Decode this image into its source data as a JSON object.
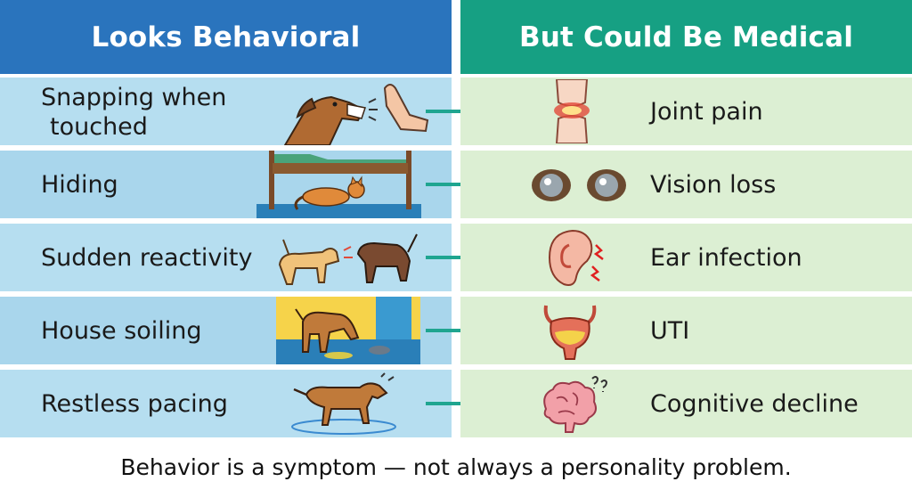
{
  "header": {
    "left_title": "Looks Behavioral",
    "right_title": "But Could Be Medical"
  },
  "rows": [
    {
      "behavior": "Snapping when touched",
      "behavior_line1": "Snapping when",
      "behavior_line2": "touched",
      "medical": "Joint pain",
      "illustration": "snapping-dog-hand-icon",
      "medical_icon": "knee-joint-icon"
    },
    {
      "behavior": "Hiding",
      "medical": "Vision loss",
      "illustration": "cat-under-bed-icon",
      "medical_icon": "cloudy-eyes-icon"
    },
    {
      "behavior": "Sudden reactivity",
      "medical": "Ear infection",
      "illustration": "two-dogs-barking-icon",
      "medical_icon": "inflamed-ear-icon"
    },
    {
      "behavior": "House soiling",
      "medical": "UTI",
      "illustration": "dog-soiling-floor-icon",
      "medical_icon": "bladder-icon"
    },
    {
      "behavior": "Restless pacing",
      "medical": "Cognitive decline",
      "illustration": "pacing-dog-icon",
      "medical_icon": "confused-brain-icon"
    }
  ],
  "footer": "Behavior is a symptom — not always a personality problem.",
  "colors": {
    "left_header": "#2a74bd",
    "right_header": "#16a083",
    "left_row": "#b6def0",
    "right_row": "#dcefd3",
    "arrow": "#1fa590"
  }
}
